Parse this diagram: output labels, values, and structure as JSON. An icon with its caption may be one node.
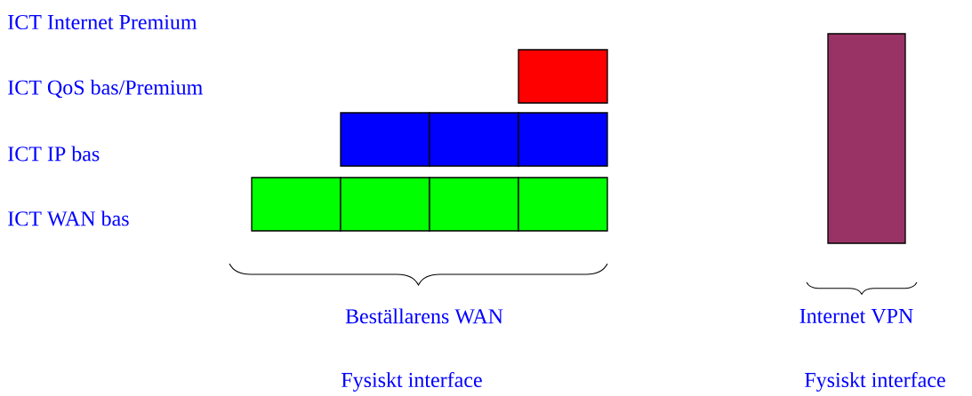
{
  "diagram": {
    "nodes": [
      {
        "text": [],
        "shape": "box"
      },
      {
        "text": [],
        "shape": "box"
      },
      {
        "text": [],
        "shape": "box"
      },
      {
        "text": [],
        "shape": "box"
      },
      {
        "text": [],
        "shape": "box"
      },
      {
        "text": [],
        "shape": "box"
      },
      {
        "text": [],
        "shape": "box"
      },
      {
        "text": [],
        "shape": "box"
      },
      {
        "text": [],
        "shape": "box"
      }
    ],
    "labels": [
      "ICT Internet Premium",
      "ICT QoS bas/Premium",
      "ICT IP bas",
      "ICT WAN bas",
      "Beställarens WAN",
      "Internet VPN",
      "Fysiskt interface",
      "Fysiskt interface"
    ]
  }
}
